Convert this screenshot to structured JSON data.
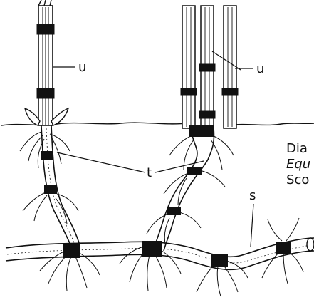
{
  "labels": {
    "u_left": "u",
    "u_right": "u",
    "t": "t",
    "s": "s"
  },
  "caption_fragments": [
    "Dia",
    "Equ",
    "Sco"
  ],
  "colors": {
    "ink": "#111111",
    "background": "#ffffff"
  }
}
